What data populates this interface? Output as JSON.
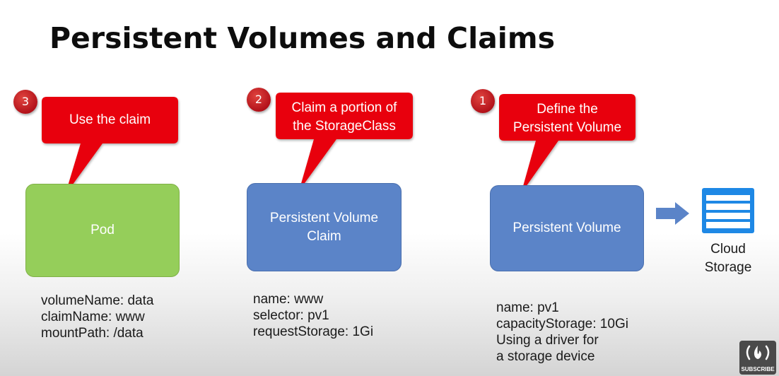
{
  "title": "Persistent Volumes and Claims",
  "steps": [
    {
      "number": "3",
      "callout_lines": [
        "Use the claim"
      ],
      "box_lines": [
        "Pod"
      ],
      "props": [
        "volumeName: data",
        "claimName: www",
        "mountPath: /data"
      ]
    },
    {
      "number": "2",
      "callout_lines": [
        "Claim a portion of",
        "the StorageClass"
      ],
      "box_lines": [
        "Persistent Volume",
        "Claim"
      ],
      "props": [
        "name: www",
        "selector: pv1",
        "requestStorage: 1Gi"
      ]
    },
    {
      "number": "1",
      "callout_lines": [
        "Define the",
        "Persistent Volume"
      ],
      "box_lines": [
        "Persistent Volume"
      ],
      "props": [
        "name: pv1",
        "capacityStorage: 10Gi",
        "Using a driver for",
        "a storage device"
      ]
    }
  ],
  "storage": {
    "label_lines": [
      "Cloud",
      "Storage"
    ],
    "icon": "cloud-storage-icon"
  },
  "channel_badge": {
    "label": "SUBSCRIBE",
    "icon": "fire-logo-icon"
  },
  "colors": {
    "callout_red": "#e8000b",
    "pod_green": "#95ce5a",
    "volume_blue": "#5b84c8",
    "arrow_blue": "#5b84c8",
    "storage_icon_blue": "#1e88e5",
    "number_badge_red": "#b3121a"
  }
}
